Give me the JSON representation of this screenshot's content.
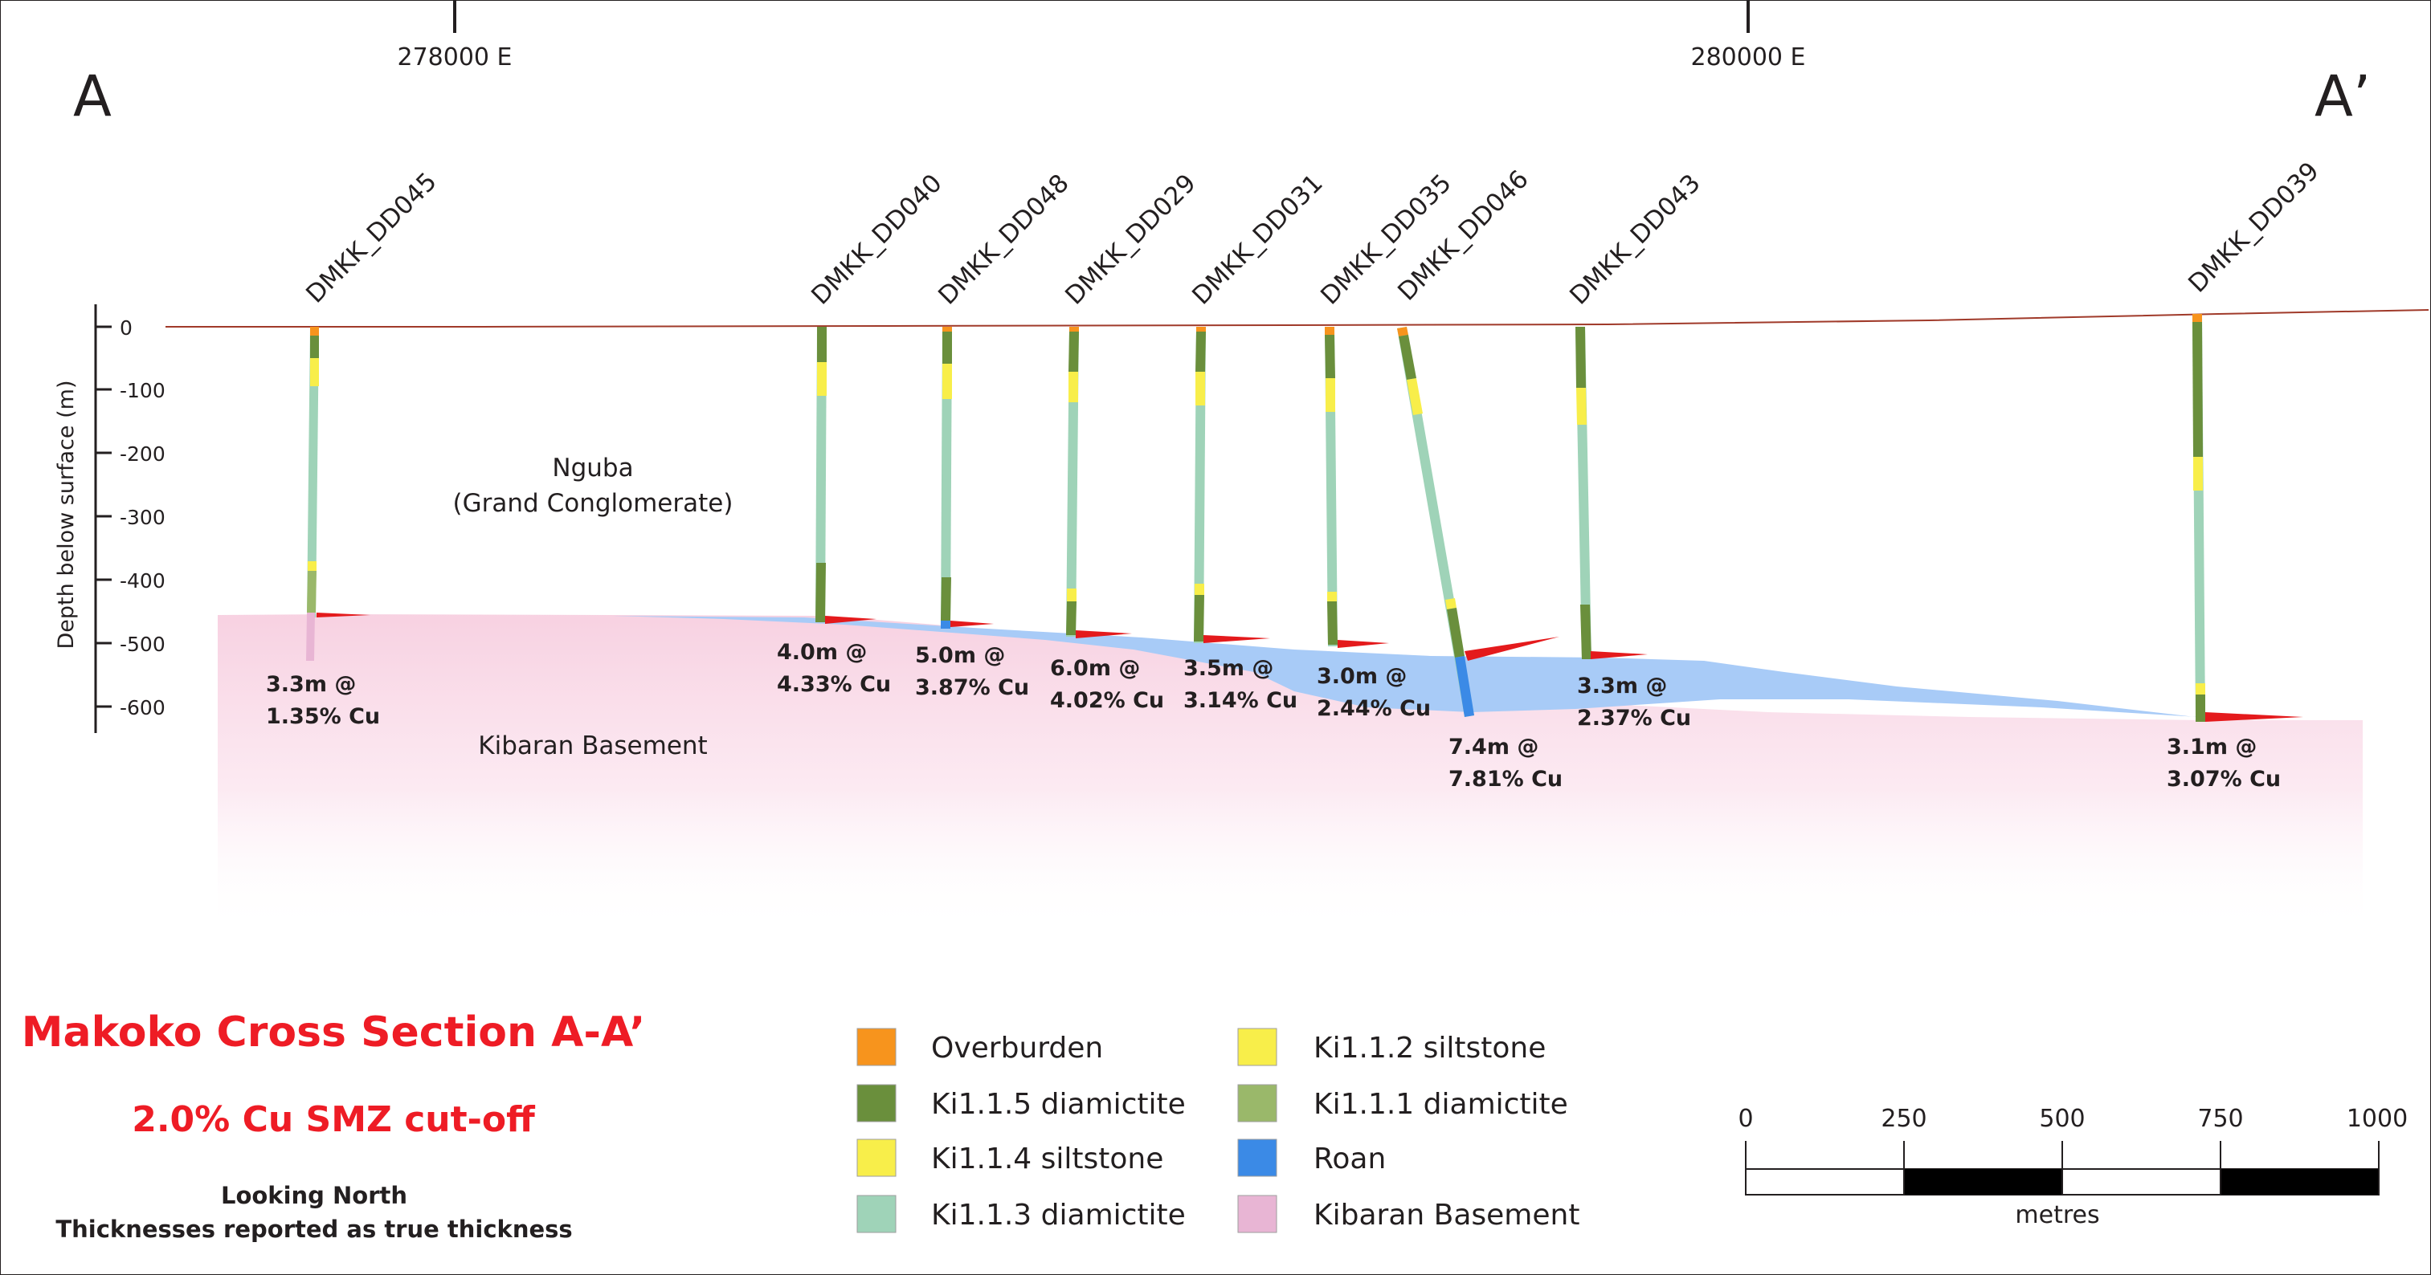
{
  "section": {
    "start_label": "A",
    "end_label": "A’",
    "eastings": [
      "278000 E",
      "280000 E"
    ]
  },
  "axis": {
    "label": "Depth below surface (m)",
    "ticks": [
      "0",
      "-100",
      "-200",
      "-300",
      "-400",
      "-500",
      "-600"
    ]
  },
  "units": {
    "upper_name": "Nguba",
    "upper_sub": "(Grand Conglomerate)",
    "lower_name": "Kibaran Basement"
  },
  "holes": [
    {
      "id": "DMKK_DD045",
      "intercept_1": "3.3m @",
      "intercept_2": "1.35% Cu"
    },
    {
      "id": "DMKK_DD040",
      "intercept_1": "4.0m @",
      "intercept_2": "4.33% Cu"
    },
    {
      "id": "DMKK_DD048",
      "intercept_1": "5.0m @",
      "intercept_2": "3.87% Cu"
    },
    {
      "id": "DMKK_DD029",
      "intercept_1": "6.0m @",
      "intercept_2": "4.02% Cu"
    },
    {
      "id": "DMKK_DD031",
      "intercept_1": "3.5m @",
      "intercept_2": "3.14% Cu"
    },
    {
      "id": "DMKK_DD035",
      "intercept_1": "3.0m @",
      "intercept_2": "2.44% Cu"
    },
    {
      "id": "DMKK_DD046",
      "intercept_1": "7.4m @",
      "intercept_2": "7.81% Cu"
    },
    {
      "id": "DMKK_DD043",
      "intercept_1": "3.3m @",
      "intercept_2": "2.37% Cu"
    },
    {
      "id": "DMKK_DD039",
      "intercept_1": "3.1m @",
      "intercept_2": "3.07% Cu"
    }
  ],
  "title": {
    "main": "Makoko Cross Section A-A’",
    "sub": "2.0% Cu SMZ cut-off",
    "note_1": "Looking North",
    "note_2": "Thicknesses reported as true thickness"
  },
  "legend": [
    {
      "label": "Overburden",
      "color": "#f7941d"
    },
    {
      "label": "Ki1.1.5 diamictite",
      "color": "#6a8f3c"
    },
    {
      "label": "Ki1.1.4 siltstone",
      "color": "#f8ee4a"
    },
    {
      "label": "Ki1.1.3 diamictite",
      "color": "#9fd3b8"
    },
    {
      "label": "Ki1.1.2 siltstone",
      "color": "#f8ee4a"
    },
    {
      "label": "Ki1.1.1 diamictite",
      "color": "#9ab86a"
    },
    {
      "label": "Roan",
      "color": "#3b8ae6"
    },
    {
      "label": "Kibaran Basement",
      "color": "#e8b5d4"
    }
  ],
  "scale": {
    "ticks": [
      "0",
      "250",
      "500",
      "750",
      "1000"
    ],
    "unit": "metres"
  },
  "colors": {
    "mineralised_zone": "#a8cbf7",
    "basement_fill": "#f9d9e6",
    "surface_line": "#a03a2a",
    "title_red": "#ee1c25",
    "grade_spike": "#e41a1c"
  }
}
